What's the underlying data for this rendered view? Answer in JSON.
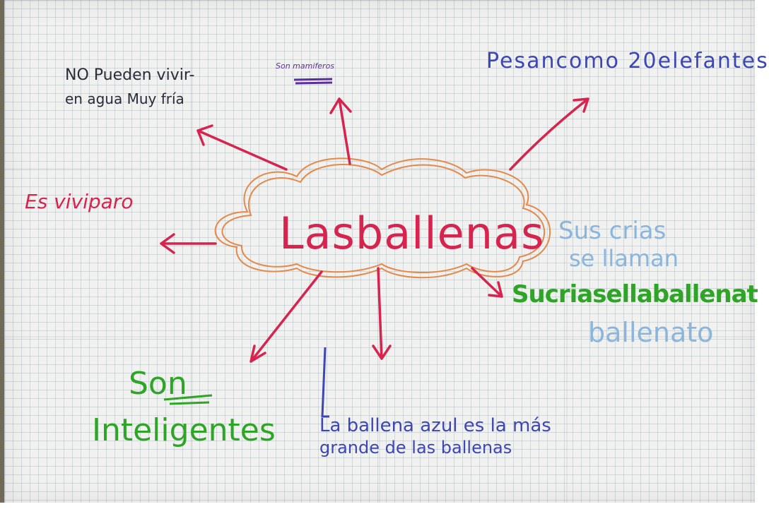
{
  "map": {
    "center": "Lasballenas",
    "top_left": {
      "line1": "NO Pueden vivir-",
      "line2": "en agua Muy fría"
    },
    "top_center": "Son mamiferos",
    "top_right": "Pesancomo 20elefantes",
    "left": "Es viviparo",
    "right_light": {
      "line1": "Sus crias",
      "line2": "se llaman",
      "line3": "ballenato"
    },
    "right_green": "Sucriasellaballenat",
    "bottom_left": {
      "line1": "Son",
      "line2": "Inteligentes"
    },
    "bottom_center": {
      "line1": "La ballena azul es la más",
      "line2": "grande de las ballenas"
    }
  },
  "colors": {
    "red": "#d6244f",
    "blue": "#3c46b4",
    "green": "#2ea526",
    "light_blue": "#8ab6dd",
    "cloud_orange": "#e4894a",
    "paper": "#f1f1ef"
  }
}
